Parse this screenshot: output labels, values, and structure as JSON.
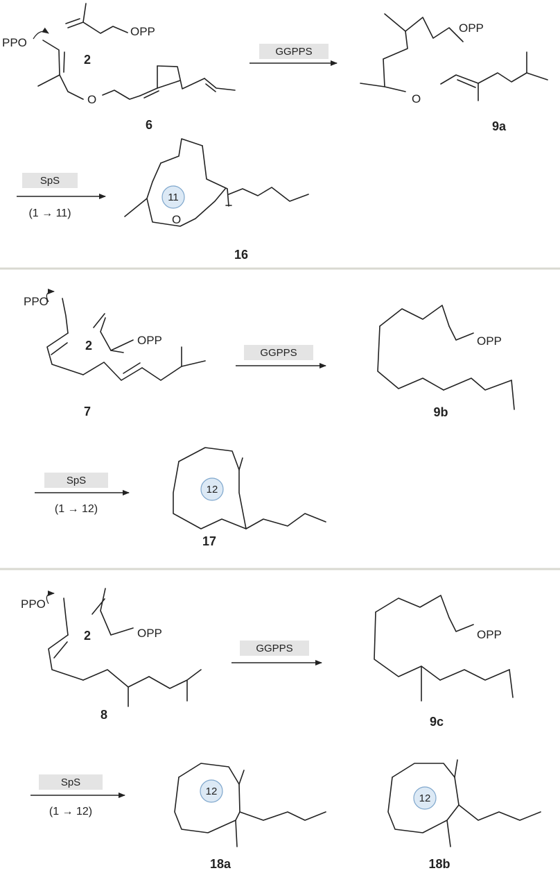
{
  "labels": {
    "PPO": "PPO",
    "OPP": "OPP",
    "O": "O",
    "c2": "2",
    "c6": "6",
    "c9a": "9a",
    "c16": "16",
    "c7": "7",
    "c9b": "9b",
    "c17": "17",
    "c8": "8",
    "c9c": "9c",
    "c18a": "18a",
    "c18b": "18b"
  },
  "enzymes": {
    "ggpps": "GGPPS",
    "sps": "SpS"
  },
  "conditions": {
    "eleven": "(1 → 11)",
    "twelve": "(1 → 12)"
  },
  "rings": {
    "eleven": "11",
    "twelve": "12"
  }
}
